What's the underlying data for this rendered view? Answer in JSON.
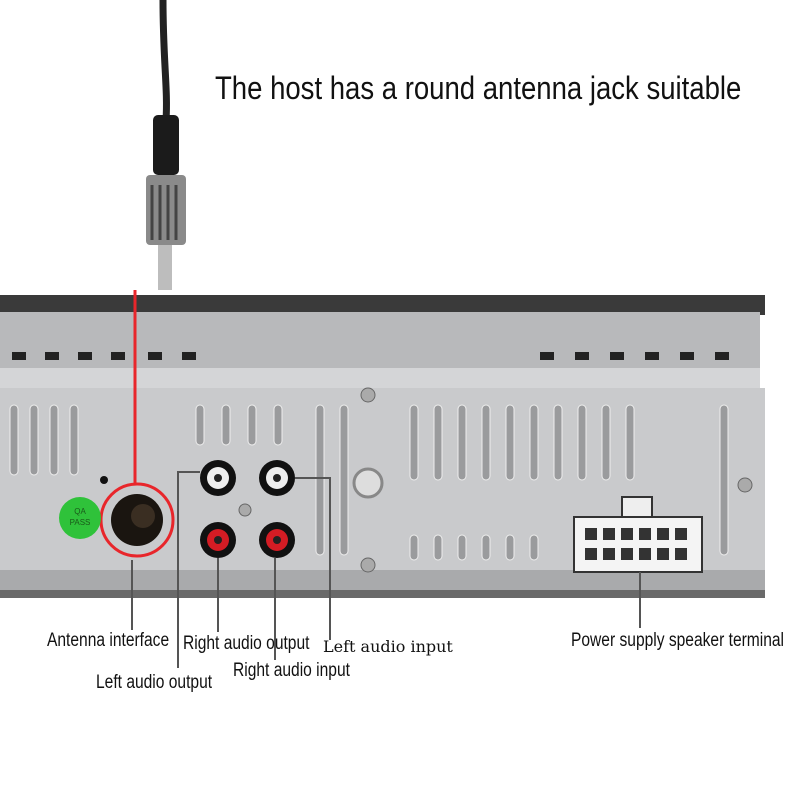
{
  "title": "The host has a round antenna jack suitable",
  "badge": {
    "text": "QA PASS",
    "color": "#2fc23a"
  },
  "highlight_color": "#e8262b",
  "labels": {
    "antenna_interface": "Antenna interface",
    "left_audio_output": "Left audio output",
    "right_audio_output": "Right audio output",
    "right_audio_input": "Right audio input",
    "left_audio_input": "Left audio input",
    "power_terminal": "Power supply speaker terminal"
  }
}
